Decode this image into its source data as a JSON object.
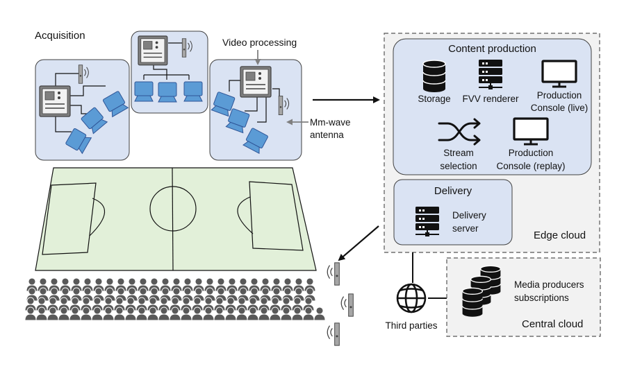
{
  "labels": {
    "acquisition": "Acquisition",
    "video_processing": "Video processing",
    "mmwave_line1": "Mm-wave",
    "mmwave_line2": "antenna",
    "content_production": "Content production",
    "storage": "Storage",
    "fvv_renderer": "FVV renderer",
    "console_live_line1": "Production",
    "console_live_line2": "Console (live)",
    "stream_sel_line1": "Stream",
    "stream_sel_line2": "selection",
    "console_replay_line1": "Production",
    "console_replay_line2": "Console (replay)",
    "delivery": "Delivery",
    "delivery_server_line1": "Delivery",
    "delivery_server_line2": "server",
    "edge_cloud": "Edge cloud",
    "third_parties": "Third parties",
    "media_line1": "Media producers",
    "media_line2": "subscriptions",
    "central_cloud": "Central cloud"
  },
  "colors": {
    "panel_fill": "#dae3f3",
    "camera_blue": "#5b9bd5",
    "pitch_green": "#e2f0d9",
    "cloud_gray": "#f2f2f2",
    "device_gray": "#7f7f7f",
    "crowd_gray": "#595959"
  },
  "icons": [
    "camera-icon",
    "processing-unit-icon",
    "antenna-icon",
    "database-icon",
    "server-icon",
    "monitor-icon",
    "shuffle-icon",
    "globe-icon",
    "crowd-icon"
  ]
}
